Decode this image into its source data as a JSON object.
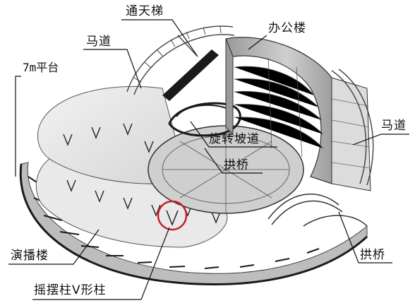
{
  "labels": {
    "tongtianti": "通天梯",
    "bangonglou": "办公楼",
    "madao_left": "马道",
    "platform_7m": "7m平台",
    "madao_right": "马道",
    "xuanzhuan_podao": "旋转坡道",
    "gongqiao_center": "拱桥",
    "gongqiao_right": "拱桥",
    "yanbolou": "演播楼",
    "yaobaizhu": "摇摆柱V形柱"
  },
  "colors": {
    "structure_dark": "#1a1a1a",
    "structure_mid": "#8a8a8a",
    "surface_light": "#e6e6e6",
    "highlight_circle": "#c8202a"
  }
}
